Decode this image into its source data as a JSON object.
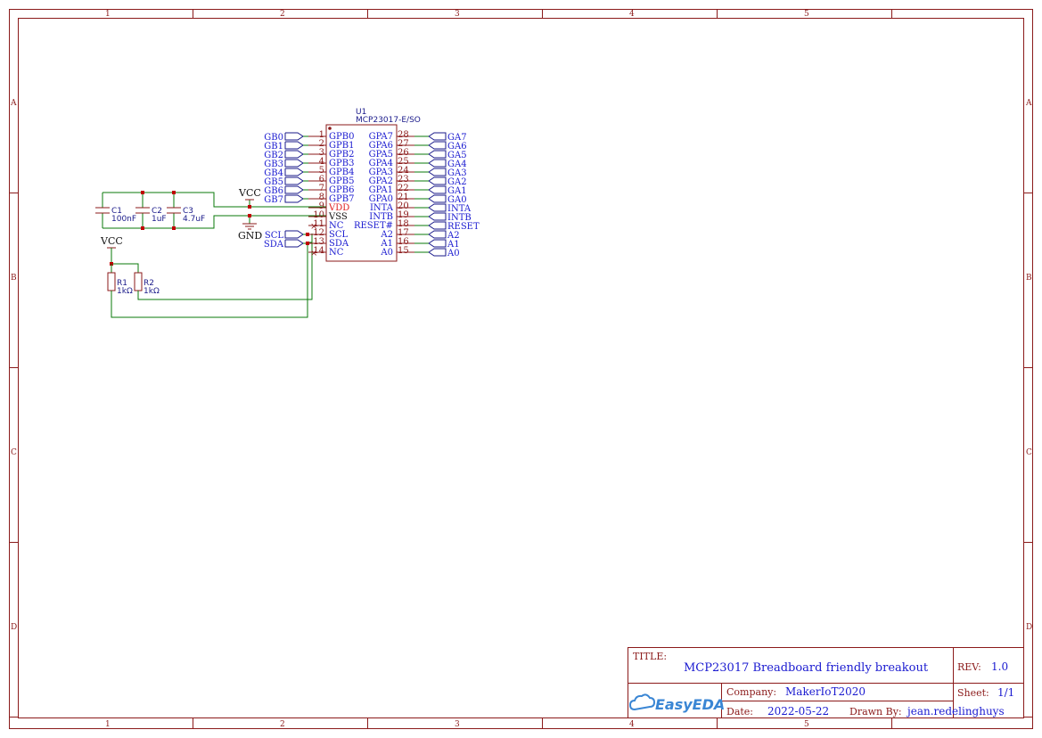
{
  "frame": {
    "columns": [
      "1",
      "2",
      "3",
      "4",
      "5"
    ],
    "rows": [
      "A",
      "B",
      "C",
      "D"
    ]
  },
  "ic": {
    "designator": "U1",
    "part": "MCP23017-E/SO",
    "left_pins": [
      {
        "num": "1",
        "name": "GPB0",
        "net": "GB0"
      },
      {
        "num": "2",
        "name": "GPB1",
        "net": "GB1"
      },
      {
        "num": "3",
        "name": "GPB2",
        "net": "GB2"
      },
      {
        "num": "4",
        "name": "GPB3",
        "net": "GB3"
      },
      {
        "num": "5",
        "name": "GPB4",
        "net": "GB4"
      },
      {
        "num": "6",
        "name": "GPB5",
        "net": "GB5"
      },
      {
        "num": "7",
        "name": "GPB6",
        "net": "GB6"
      },
      {
        "num": "8",
        "name": "GPB7",
        "net": "GB7"
      },
      {
        "num": "9",
        "name": "VDD",
        "net": ""
      },
      {
        "num": "10",
        "name": "VSS",
        "net": ""
      },
      {
        "num": "11",
        "name": "NC",
        "net": ""
      },
      {
        "num": "12",
        "name": "SCL",
        "net": "SCL"
      },
      {
        "num": "13",
        "name": "SDA",
        "net": "SDA"
      },
      {
        "num": "14",
        "name": "NC",
        "net": ""
      }
    ],
    "right_pins": [
      {
        "num": "28",
        "name": "GPA7",
        "net": "GA7"
      },
      {
        "num": "27",
        "name": "GPA6",
        "net": "GA6"
      },
      {
        "num": "26",
        "name": "GPA5",
        "net": "GA5"
      },
      {
        "num": "25",
        "name": "GPA4",
        "net": "GA4"
      },
      {
        "num": "24",
        "name": "GPA3",
        "net": "GA3"
      },
      {
        "num": "23",
        "name": "GPA2",
        "net": "GA2"
      },
      {
        "num": "22",
        "name": "GPA1",
        "net": "GA1"
      },
      {
        "num": "21",
        "name": "GPA0",
        "net": "GA0"
      },
      {
        "num": "20",
        "name": "INTA",
        "net": "INTA"
      },
      {
        "num": "19",
        "name": "INTB",
        "net": "INTB"
      },
      {
        "num": "18",
        "name": "RESET#",
        "net": "RESET"
      },
      {
        "num": "17",
        "name": "A2",
        "net": "A2"
      },
      {
        "num": "16",
        "name": "A1",
        "net": "A1"
      },
      {
        "num": "15",
        "name": "A0",
        "net": "A0"
      }
    ]
  },
  "power": {
    "vcc_top": "VCC",
    "gnd": "GND",
    "vcc_left": "VCC"
  },
  "capacitors": [
    {
      "ref": "C1",
      "value": "100nF"
    },
    {
      "ref": "C2",
      "value": "1uF"
    },
    {
      "ref": "C3",
      "value": "4.7uF"
    }
  ],
  "resistors": [
    {
      "ref": "R1",
      "value": "1kΩ"
    },
    {
      "ref": "R2",
      "value": "1kΩ"
    }
  ],
  "title_block": {
    "title_label": "TITLE:",
    "title": "MCP23017 Breadboard friendly breakout",
    "rev_label": "REV:",
    "rev": "1.0",
    "company_label": "Company:",
    "company": "MakerIoT2020",
    "sheet_label": "Sheet:",
    "sheet": "1/1",
    "date_label": "Date:",
    "date": "2022-05-22",
    "drawn_label": "Drawn By:",
    "drawn_by": "jean.redelinghuys",
    "logo_text": "EasyEDA"
  },
  "colors": {
    "frame": "#8b1a1a",
    "wire": "#0a7a0a",
    "net_label": "#1a1ad0",
    "junction": "#c00000"
  }
}
